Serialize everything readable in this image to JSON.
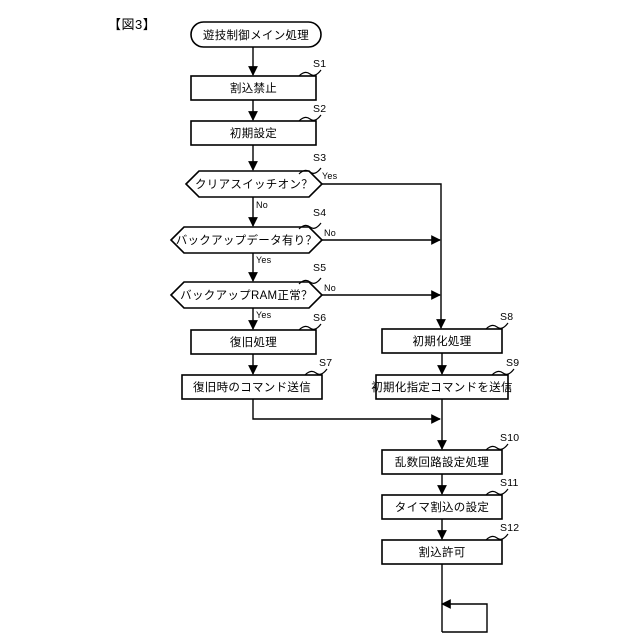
{
  "figure": {
    "label": "【図3】",
    "title_node": "遊技制御メイン処理"
  },
  "nodes": [
    {
      "id": "start",
      "type": "terminator",
      "text": "遊技制御メイン処理",
      "step": ""
    },
    {
      "id": "s1",
      "type": "process",
      "text": "割込禁止",
      "step": "S1"
    },
    {
      "id": "s2",
      "type": "process",
      "text": "初期設定",
      "step": "S2"
    },
    {
      "id": "s3",
      "type": "decision",
      "text": "クリアスイッチオン？",
      "step": "S3"
    },
    {
      "id": "s4",
      "type": "decision",
      "text": "バックアップデータ有り？",
      "step": "S4"
    },
    {
      "id": "s5",
      "type": "decision",
      "text": "バックアップRAM正常？",
      "step": "S5"
    },
    {
      "id": "s6",
      "type": "process",
      "text": "復旧処理",
      "step": "S6"
    },
    {
      "id": "s7",
      "type": "process",
      "text": "復旧時のコマンド送信",
      "step": "S7"
    },
    {
      "id": "s8",
      "type": "process",
      "text": "初期化処理",
      "step": "S8"
    },
    {
      "id": "s9",
      "type": "process",
      "text": "初期化指定コマンドを送信",
      "step": "S9"
    },
    {
      "id": "s10",
      "type": "process",
      "text": "乱数回路設定処理",
      "step": "S10"
    },
    {
      "id": "s11",
      "type": "process",
      "text": "タイマ割込の設定",
      "step": "S11"
    },
    {
      "id": "s12",
      "type": "process",
      "text": "割込許可",
      "step": "S12"
    }
  ],
  "edge_labels": [
    {
      "id": "s3-yes",
      "text": "Yes"
    },
    {
      "id": "s3-no",
      "text": "No"
    },
    {
      "id": "s4-no",
      "text": "No"
    },
    {
      "id": "s4-yes",
      "text": "Yes"
    },
    {
      "id": "s5-no",
      "text": "No"
    },
    {
      "id": "s5-yes",
      "text": "Yes"
    }
  ],
  "colors": {
    "stroke": "#000000",
    "fill": "#ffffff",
    "background": "#ffffff"
  }
}
